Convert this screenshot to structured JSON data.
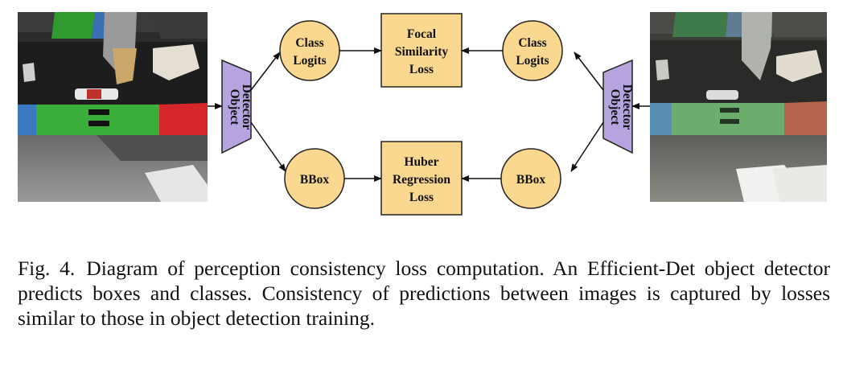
{
  "diagram": {
    "colors": {
      "node_fill": "#fbd88f",
      "detector_fill": "#b5a4dd",
      "stroke": "#222222",
      "bin_blue": "#3a79c2",
      "bin_green": "#3aae3a",
      "bin_red": "#d7262a"
    },
    "left_detector": {
      "label_line1": "Object",
      "label_line2": "Detector"
    },
    "right_detector": {
      "label_line1": "Object",
      "label_line2": "Detector"
    },
    "left_logits": {
      "line1": "Class",
      "line2": "Logits"
    },
    "right_logits": {
      "line1": "Class",
      "line2": "Logits"
    },
    "left_bbox": {
      "label": "BBox"
    },
    "right_bbox": {
      "label": "BBox"
    },
    "focal_loss": {
      "line1": "Focal",
      "line2": "Similarity",
      "line3": "Loss"
    },
    "huber_loss": {
      "line1": "Huber",
      "line2": "Regression",
      "line3": "Loss"
    },
    "left_image": {
      "icon": "simulated-robot-bin-image"
    },
    "right_image": {
      "icon": "real-robot-bin-image"
    }
  },
  "caption": {
    "label": "Fig. 4.",
    "text": "Diagram of perception consistency loss computation. An Efficient-Det object detector predicts boxes and classes. Consistency of predictions between images is captured by losses similar to those in object detection training."
  }
}
